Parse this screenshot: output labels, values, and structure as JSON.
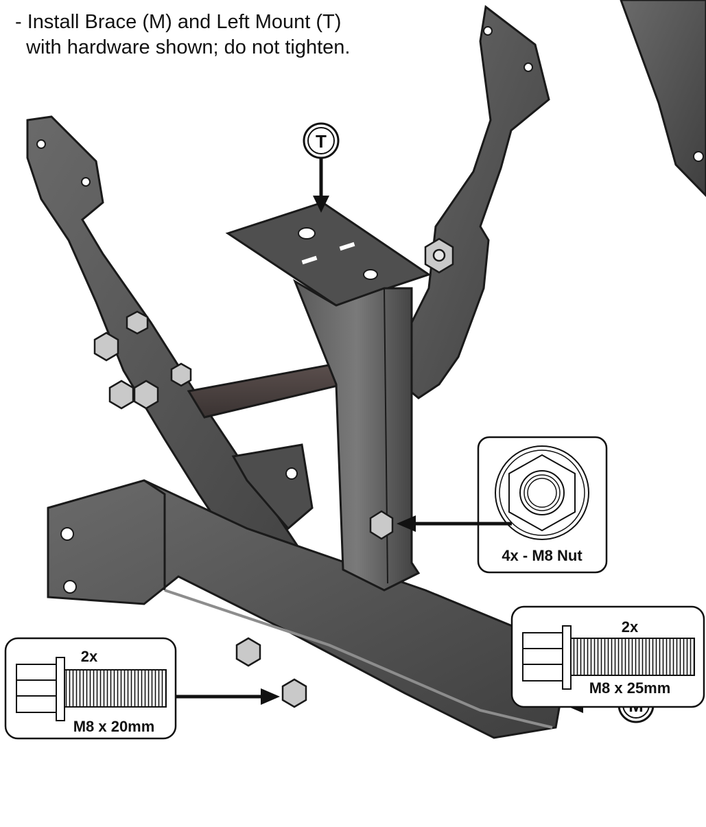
{
  "instruction": {
    "line1": "- Install Brace (M) and Left Mount (T)",
    "line2": "  with hardware shown; do not tighten."
  },
  "callouts": {
    "t": "T",
    "m": "M"
  },
  "hardware": {
    "nut": {
      "label": "4x - M8 Nut"
    },
    "bolt_left": {
      "qty": "2x",
      "size": "M8 x 20mm"
    },
    "bolt_right": {
      "qty": "2x",
      "size": "M8 x 25mm"
    }
  },
  "colors": {
    "metal_dark": "#4a4a4a",
    "metal_mid": "#5f5f5f",
    "metal_light": "#8a8a8a",
    "edge": "#1a1a1a",
    "bolt": "#c9c9c9"
  }
}
